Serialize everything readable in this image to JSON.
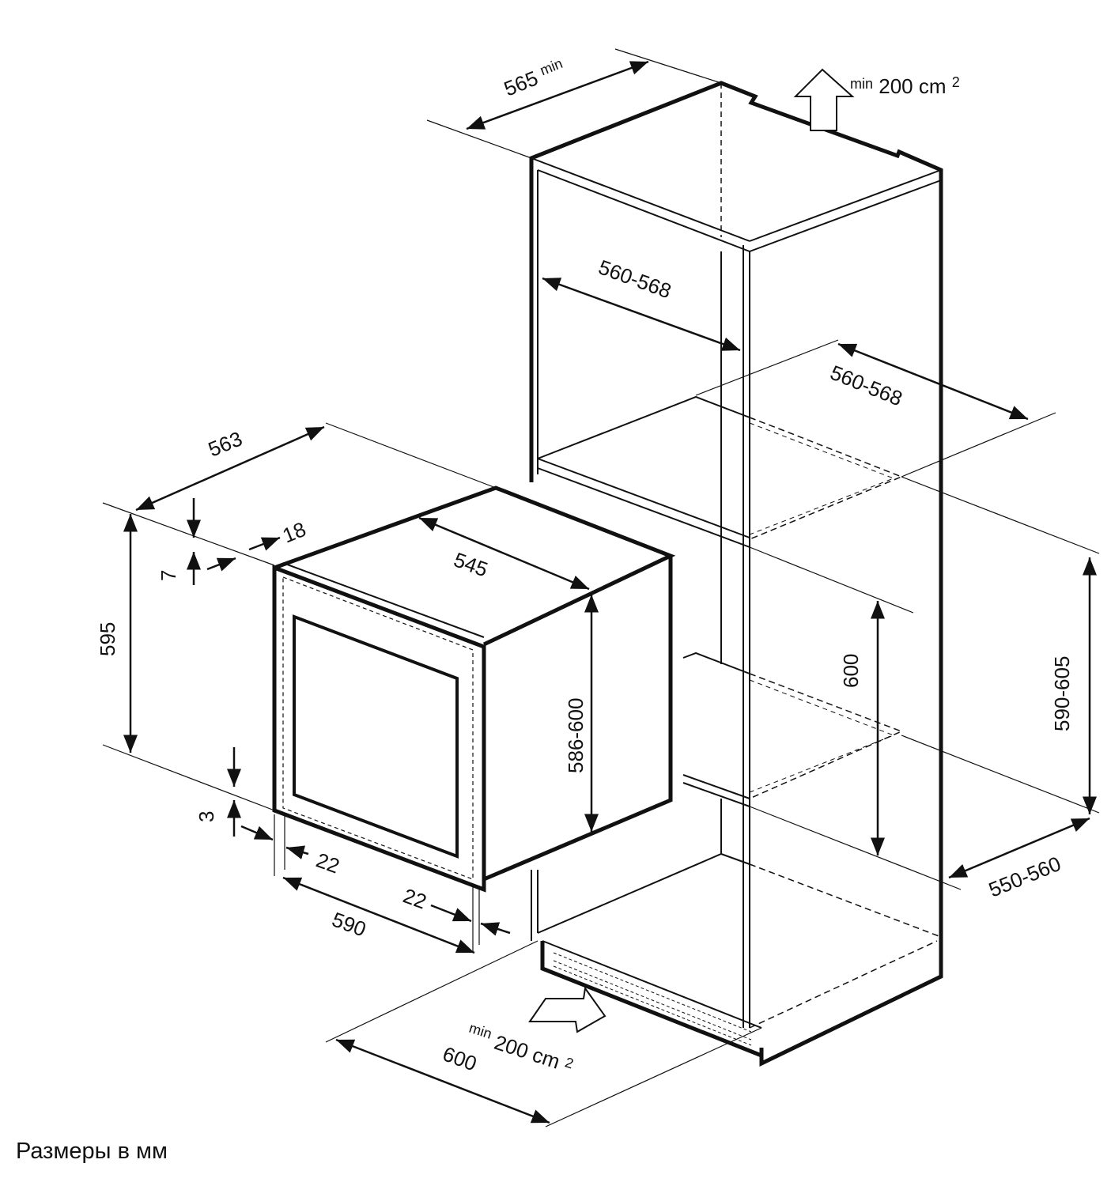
{
  "diagram": {
    "caption": "Размеры в мм",
    "cabinet": {
      "depth_top_min": {
        "value": "565",
        "suffix": "min"
      },
      "vent_top": {
        "prefix": "min",
        "value": "200 cm",
        "exp": "2"
      },
      "inner_width_top": "560-568",
      "inner_width_mid": "560-568",
      "niche_height": "600",
      "niche_height_range": "590-605",
      "niche_depth": "550-560",
      "vent_bottom": {
        "prefix": "min",
        "value": "200 cm",
        "exp": "2"
      },
      "cabinet_width": "600"
    },
    "oven": {
      "depth_total": "563",
      "door_thickness": "18",
      "top_gap": "7",
      "body_depth": "545",
      "front_height": "595",
      "body_height": "586-600",
      "bottom_gap": "3",
      "side_offset_left": "22",
      "side_offset_right": "22",
      "front_width": "590"
    },
    "colors": {
      "line": "#111111",
      "background": "#ffffff"
    }
  }
}
